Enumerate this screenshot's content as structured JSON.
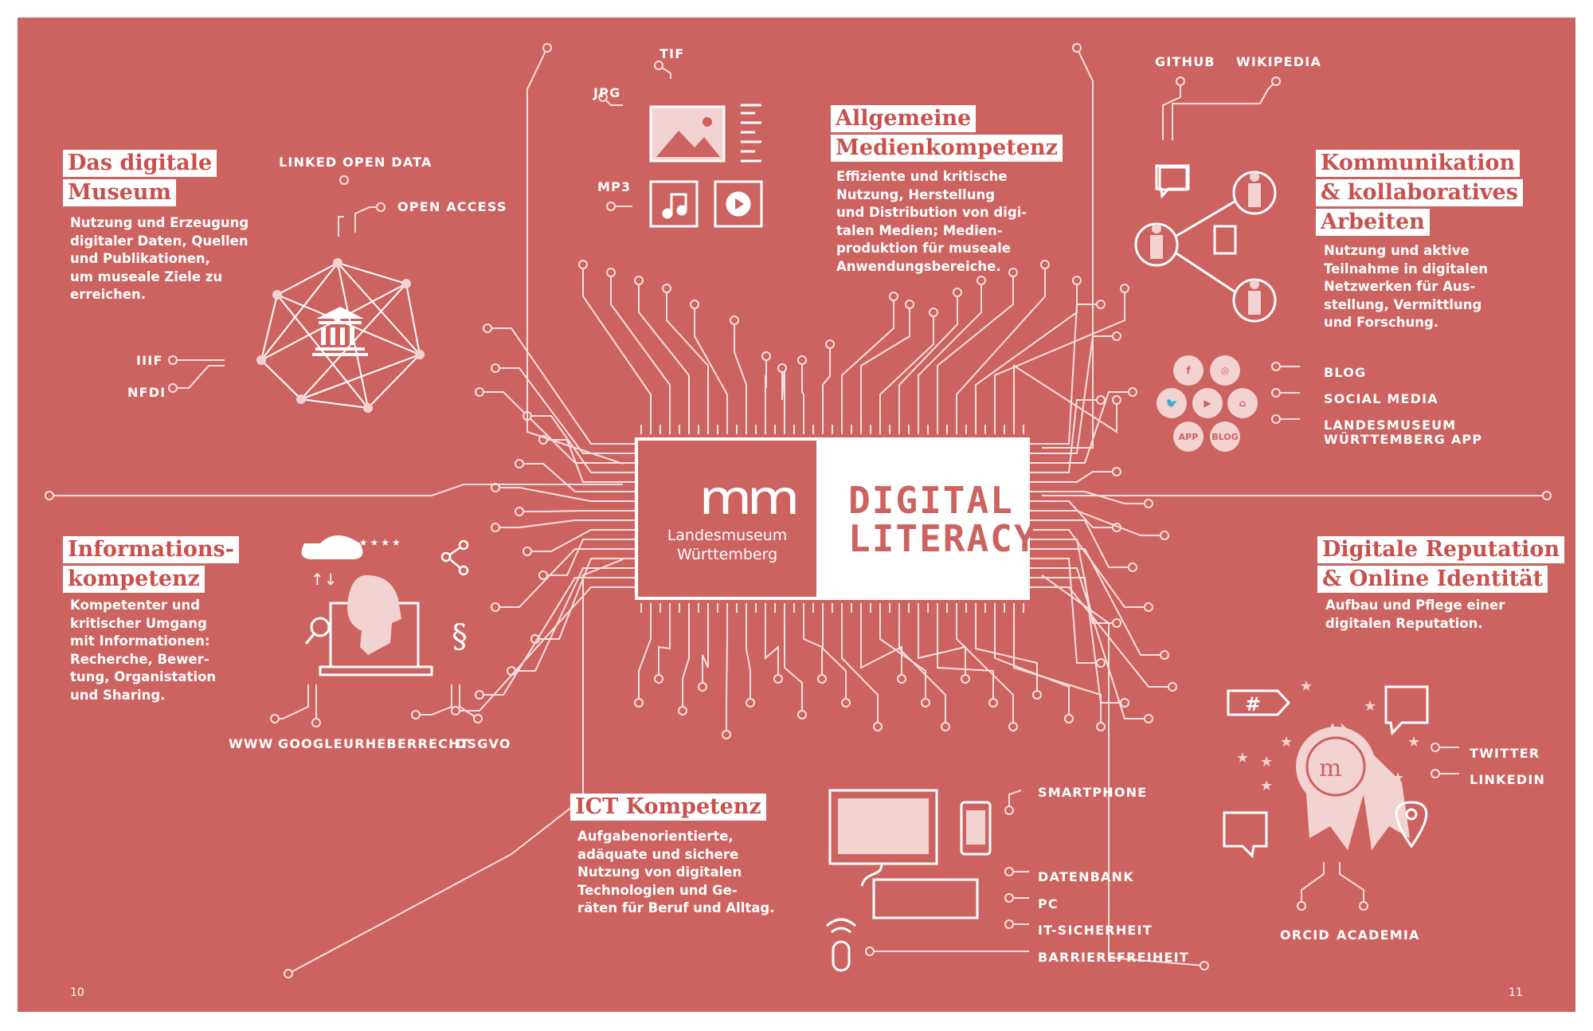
{
  "brand": {
    "name_line1": "Landesmuseum",
    "name_line2": "Württemberg",
    "title_line1": "DIGITAL",
    "title_line2": "LITERACY"
  },
  "colors": {
    "background": "#cd6360",
    "foreground": "#ffffff",
    "icon_fill": "#f2d3d1"
  },
  "museum": {
    "head1": "Das digitale",
    "head2": "Museum",
    "desc": "Nutzung und Erzeugung\ndigitaler Daten, Quellen\nund Publikationen,\num museale Ziele zu\nerreichen.",
    "labels": {
      "lod": "LINKED OPEN DATA",
      "oa": "OPEN ACCESS",
      "iiif": "IIIF",
      "nfdi": "NFDI"
    }
  },
  "media": {
    "head1": "Allgemeine",
    "head2": "Medienkompetenz",
    "desc": "Effiziente und kritische\nNutzung, Herstellung\nund Distribution von digi-\ntalen Medien; Medien-\nproduktion für museale\nAnwendungsbereiche.",
    "labels": {
      "tif": "TIF",
      "jpg": "JPG",
      "mp3": "MP3"
    }
  },
  "comm": {
    "head1": "Kommunikation",
    "head2": "& kollaboratives",
    "head3": "Arbeiten",
    "desc": "Nutzung und aktive\nTeilnahme in digitalen\nNetzwerken für Aus-\nstellung, Vermittlung\nund Forschung.",
    "labels": {
      "github": "GITHUB",
      "wikipedia": "WIKIPEDIA",
      "blog": "BLOG",
      "social": "SOCIAL MEDIA",
      "app1": "LANDESMUSEUM",
      "app2": "WÜRTTEMBERG APP"
    },
    "badges": {
      "app": "APP",
      "blog": "BLOG"
    }
  },
  "info": {
    "head1": "Informations-",
    "head2": "kompetenz",
    "desc": "Kompetenter und\nkritischer Umgang\nmit Informationen:\nRecherche, Bewer-\ntung, Organistation\nund Sharing.",
    "labels": {
      "www": "WWW",
      "google": "GOOGLE",
      "urheber": "URHEBERRECHT",
      "dsgvo": "DSGVO"
    },
    "stars": "★★★★★"
  },
  "reputation": {
    "head1": "Digitale Reputation",
    "head2": "& Online Identität",
    "desc": "Aufbau und Pflege einer\ndigitalen Reputation.",
    "labels": {
      "twitter": "TWITTER",
      "linkedin": "LINKEDIN",
      "orcid": "ORCID",
      "academia": "ACADEMIA"
    }
  },
  "ict": {
    "head1": "ICT Kompetenz",
    "desc": "Aufgabenorientierte,\nadäquate und sichere\nNutzung von digitalen\nTechnologien und Ge-\nräten für Beruf und Alltag.",
    "labels": {
      "smartphone": "SMARTPHONE",
      "datenbank": "DATENBANK",
      "pc": "PC",
      "it": "IT-SICHERHEIT",
      "barriere": "BARRIEREFREIHEIT"
    }
  },
  "pages": {
    "left": "10",
    "right": "11"
  }
}
